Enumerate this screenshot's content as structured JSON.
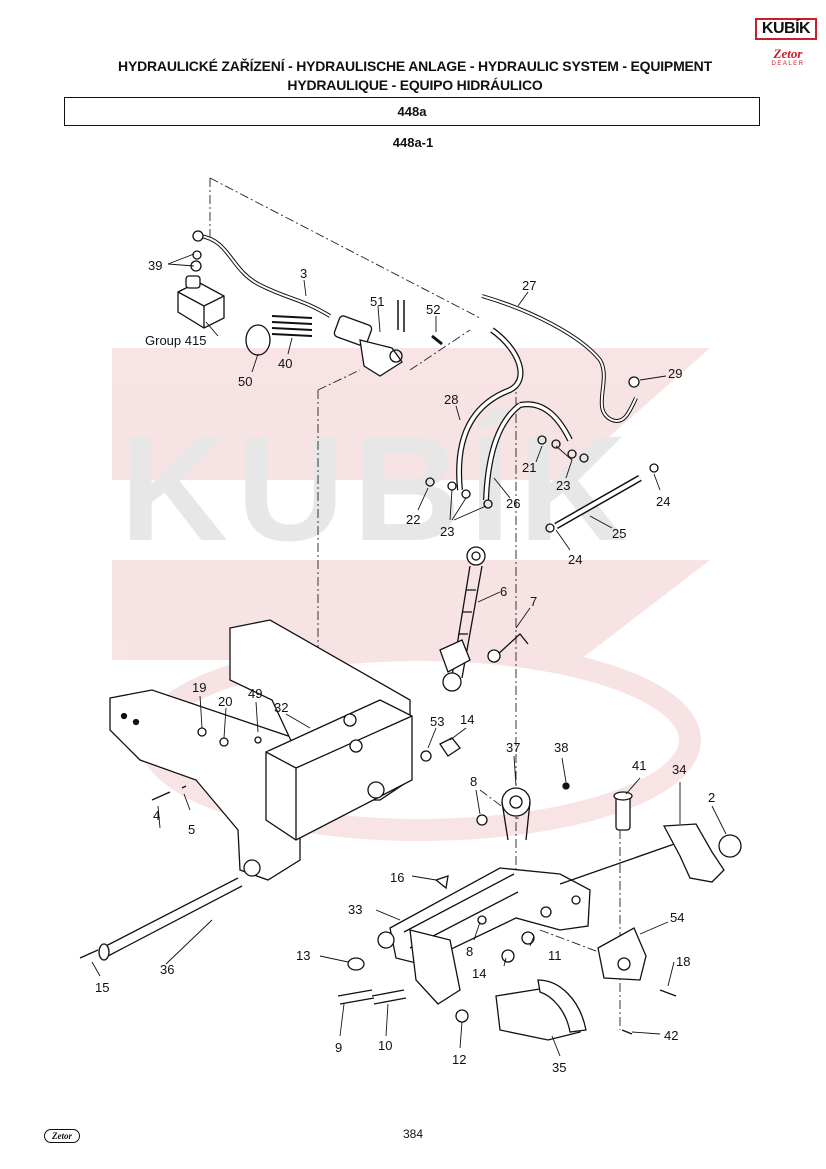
{
  "header": {
    "title_line1": "HYDRAULICKÉ ZAŘÍZENÍ - HYDRAULISCHE ANLAGE - HYDRAULIC SYSTEM - EQUIPMENT",
    "title_line2": "HYDRAULIQUE - EQUIPO HIDRÁULICO",
    "section": "448a",
    "subsection": "448a-1"
  },
  "logo": {
    "brand": "KUBÍK",
    "sub": "Zetor",
    "dealer": "DEALER"
  },
  "watermark": {
    "text": "KUBÍK"
  },
  "callouts": {
    "c39": "39",
    "c3": "3",
    "c27": "27",
    "c51": "51",
    "c52": "52",
    "group": "Group 415",
    "c50": "50",
    "c40": "40",
    "c29": "29",
    "c28": "28",
    "c21": "21",
    "c23a": "23",
    "c22": "22",
    "c23b": "23",
    "c26": "26",
    "c24a": "24",
    "c25": "25",
    "c24b": "24",
    "c6": "6",
    "c7": "7",
    "c19": "19",
    "c20": "20",
    "c49": "49",
    "c32": "32",
    "c53": "53",
    "c14a": "14",
    "c37": "37",
    "c38": "38",
    "c41": "41",
    "c34": "34",
    "c2": "2",
    "c8a": "8",
    "c4": "4",
    "c5": "5",
    "c16": "16",
    "c33": "33",
    "c54": "54",
    "c8b": "8",
    "c11": "11",
    "c14b": "14",
    "c13": "13",
    "c18": "18",
    "c36": "36",
    "c15": "15",
    "c9": "9",
    "c10": "10",
    "c12": "12",
    "c35": "35",
    "c42": "42"
  },
  "footer": {
    "page_number": "384",
    "brand": "Zetor"
  }
}
